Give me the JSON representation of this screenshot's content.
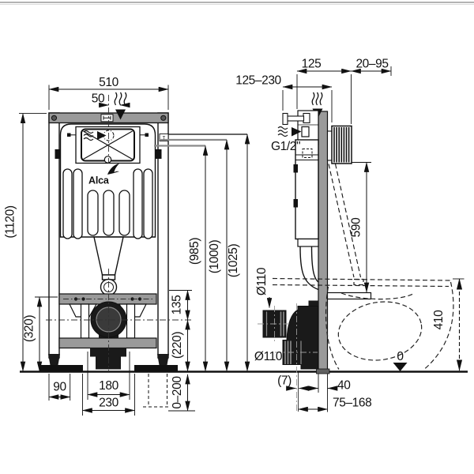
{
  "brand": "Alca",
  "frame_tag": "T",
  "front_view": {
    "width_total": "510",
    "supply_offset": "50",
    "height_total": "(1120)",
    "height_lower_rail": "(320)",
    "height_a": "(985)",
    "height_b": "(1000)",
    "height_c": "(1025)",
    "drop_135": "135",
    "drain_height": "(220)",
    "foot_left": "90",
    "outlet_span": "180",
    "plate_span": "230",
    "feet_range": "0–200"
  },
  "side_view": {
    "depth_range": "125–230",
    "depth_frame": "125",
    "wall_range": "20–95",
    "water_thread": "G1/2\"",
    "flush_height": "590",
    "seat_height": "410",
    "inlet_dia": "Ø110",
    "outlet_dia": "Ø110",
    "offset_small": "(7)",
    "profile_depth": "40",
    "outlet_range": "75–168",
    "floor_level": "0"
  }
}
